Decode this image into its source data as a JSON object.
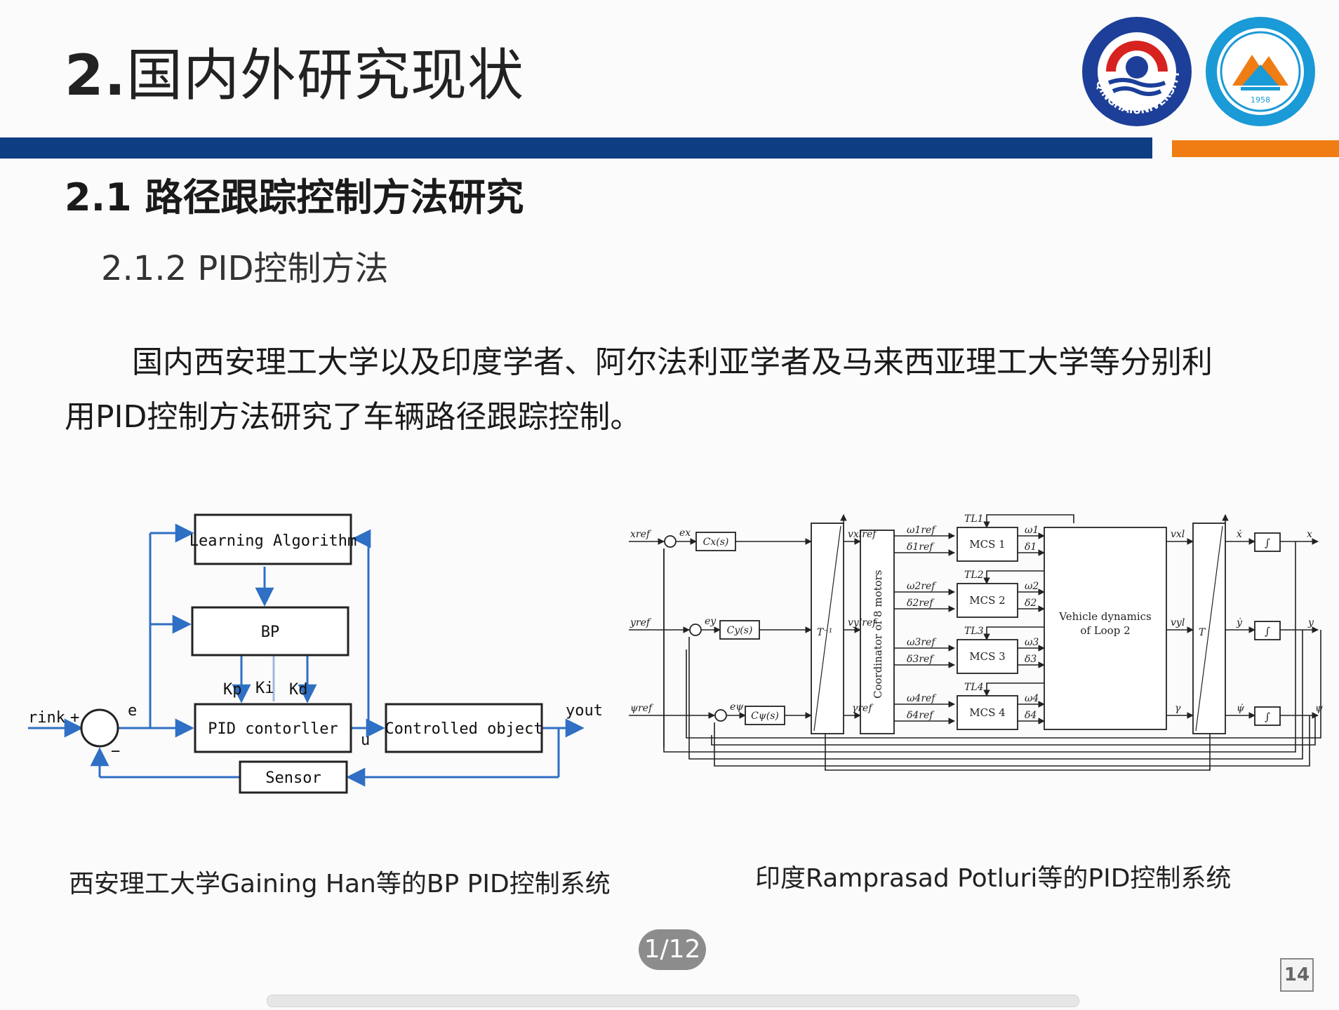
{
  "header": {
    "title_num": "2.",
    "title_text": "国内外研究现状",
    "logo1_text": "QINGHAIUNIVERSITY",
    "logo2_text": "1958"
  },
  "section": {
    "h2": "2.1 路径跟踪控制方法研究",
    "h3": "2.1.2 PID控制方法"
  },
  "paragraph": {
    "line1": "国内西安理工大学以及印度学者、阿尔法利亚学者及马来西亚理工大学等分别利",
    "line2": "用PID控制方法研究了车辆路径跟踪控制。"
  },
  "left_diagram": {
    "learning": "Learning Algorithm",
    "bp": "BP",
    "kp": "Kp",
    "ki": "Ki",
    "kd": "Kd",
    "pid": "PID contorller",
    "controlled": "Controlled object",
    "sensor": "Sensor",
    "rink": "rink",
    "e": "e",
    "u": "u",
    "yout": "yout",
    "plus": "+",
    "minus": "−"
  },
  "right_diagram": {
    "xref": "xref",
    "yref": "yref",
    "psiref": "ψref",
    "ex": "ex",
    "ey": "ey",
    "epsi": "eψ",
    "cx": "Cx(s)",
    "cy": "Cy(s)",
    "cpsi": "Cψ(s)",
    "tinv": "T⁻¹",
    "t": "T",
    "vxlref": "vxlref",
    "vylref": "vylref",
    "gref": "γref",
    "coordinator": "Coordinator of 8 motors",
    "mcs": [
      "MCS 1",
      "MCS 2",
      "MCS 3",
      "MCS 4"
    ],
    "wref": [
      "ω1ref",
      "ω2ref",
      "ω3ref",
      "ω4ref"
    ],
    "dref": [
      "δ1ref",
      "δ2ref",
      "δ3ref",
      "δ4ref"
    ],
    "tl": [
      "TL1",
      "TL2",
      "TL3",
      "TL4"
    ],
    "w": [
      "ω1",
      "ω2",
      "ω3",
      "ω4"
    ],
    "d": [
      "δ1",
      "δ2",
      "δ3",
      "δ4"
    ],
    "vehicle1": "Vehicle dynamics",
    "vehicle2": "of Loop 2",
    "vxl": "vxl",
    "vyl": "vyl",
    "gamma": "γ",
    "xdot": "ẋ",
    "ydot": "ẏ",
    "psidot": "ψ̇",
    "x": "x",
    "y": "y",
    "psi": "ψ",
    "integral": "∫"
  },
  "captions": {
    "left": "西安理工大学Gaining Han等的BP PID控制系统",
    "right": "印度Ramprasad Potluri等的PID控制系统"
  },
  "footer": {
    "pager": "1/12",
    "page_number": "14"
  },
  "colors": {
    "blue_bar": "#0f3d82",
    "orange_bar": "#ef7d13",
    "diagram_blue": "#2f6fc4"
  }
}
